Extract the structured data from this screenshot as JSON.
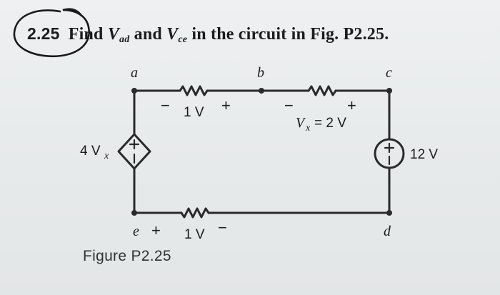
{
  "problem": {
    "number": "2.25",
    "text_find": "Find",
    "v_symbol": "V",
    "v1_subscript": "ad",
    "and_text": "and",
    "v2_subscript": "ce",
    "tail_text": "in the circuit in Fig. P2.25."
  },
  "figure": {
    "caption": "Figure P2.25",
    "nodes": [
      "a",
      "b",
      "c",
      "d",
      "e"
    ],
    "resistors": {
      "ab": {
        "voltage": "1 V",
        "left_sign": "−",
        "right_sign": "+"
      },
      "bc": {
        "voltage_var": "V",
        "voltage_sub": "x",
        "voltage_tail": "= 2 V",
        "left_sign": "−",
        "right_sign": "+"
      },
      "ed": {
        "voltage": "1 V",
        "left_sign": "+",
        "right_sign": "−"
      }
    },
    "dependent_source": {
      "label_value": "4 V",
      "label_sub": "x"
    },
    "independent_source": {
      "label": "12 V"
    }
  },
  "colors": {
    "wire": "#2a2a2a",
    "text": "#1c1c1c"
  }
}
